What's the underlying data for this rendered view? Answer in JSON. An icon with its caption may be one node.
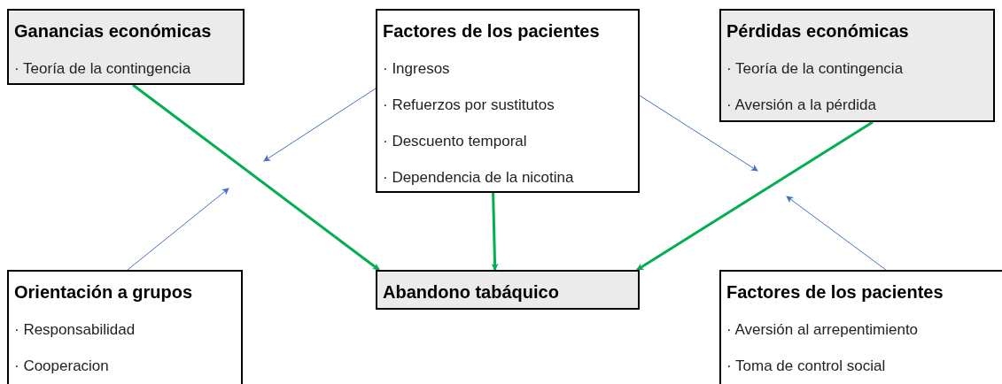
{
  "diagram": {
    "nodes": [
      {
        "text": [
          "Ganancias económicas",
          "· Teoría de la contingencia"
        ]
      },
      {
        "text": [
          "Factores de los pacientes",
          "· Ingresos",
          "· Refuerzos por sustitutos",
          "· Descuento temporal",
          "· Dependencia de la nicotina"
        ]
      },
      {
        "text": [
          "Pérdidas económicas",
          "· Teoría de la contingencia",
          "· Aversión a la pérdida"
        ]
      },
      {
        "text": [
          "Orientación a grupos",
          "· Responsabilidad",
          "· Cooperacion"
        ]
      },
      {
        "text": [
          "Abandono tabáquico"
        ]
      },
      {
        "text": [
          "Factores de los pacientes",
          "· Aversión al arrepentimiento",
          "· Toma de control social"
        ]
      }
    ],
    "edges": [
      {
        "from": 0,
        "to": 4,
        "arrow": "to",
        "style": "thick",
        "color": "#00b050"
      },
      {
        "from": 1,
        "to": 4,
        "arrow": "to",
        "style": "thick",
        "color": "#00b050"
      },
      {
        "from": 2,
        "to": 4,
        "arrow": "to",
        "style": "thick",
        "color": "#00b050"
      },
      {
        "from": 1,
        "to": null,
        "arrow": "to"
      },
      {
        "from": 3,
        "to": null,
        "arrow": "to"
      },
      {
        "from": 1,
        "to": null,
        "arrow": "to"
      },
      {
        "from": 5,
        "to": null,
        "arrow": "to"
      }
    ]
  }
}
